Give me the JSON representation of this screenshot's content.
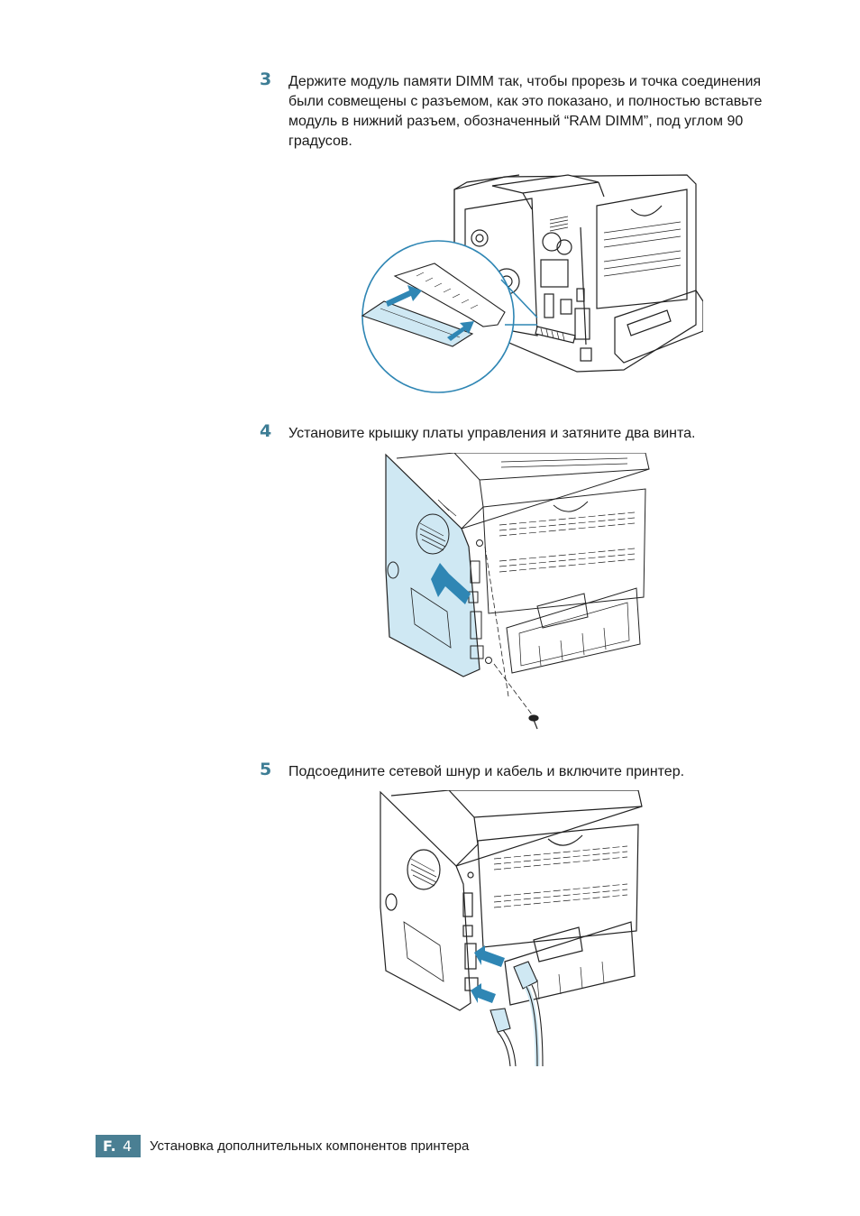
{
  "steps": [
    {
      "number": "3",
      "text": "Держите модуль памяти DIMM так, чтобы прорезь и точка соединения были совмещены с разъемом, как это показано, и полностью вставьте модуль в нижний разъем, обозначенный “RAM DIMM”, под углом 90 градусов."
    },
    {
      "number": "4",
      "text": "Установите крышку платы управления и затяните два винта."
    },
    {
      "number": "5",
      "text": "Подсоедините сетевой шнур и кабель и включите принтер."
    }
  ],
  "footer": {
    "section_letter": "F.",
    "page_number": "4",
    "title": "Установка дополнительных компонентов принтера"
  },
  "colors": {
    "accent": "#3d7d95",
    "badge": "#4a7f93",
    "panel_blue": "#cfe8f3",
    "arrow_blue": "#2f86b4"
  }
}
